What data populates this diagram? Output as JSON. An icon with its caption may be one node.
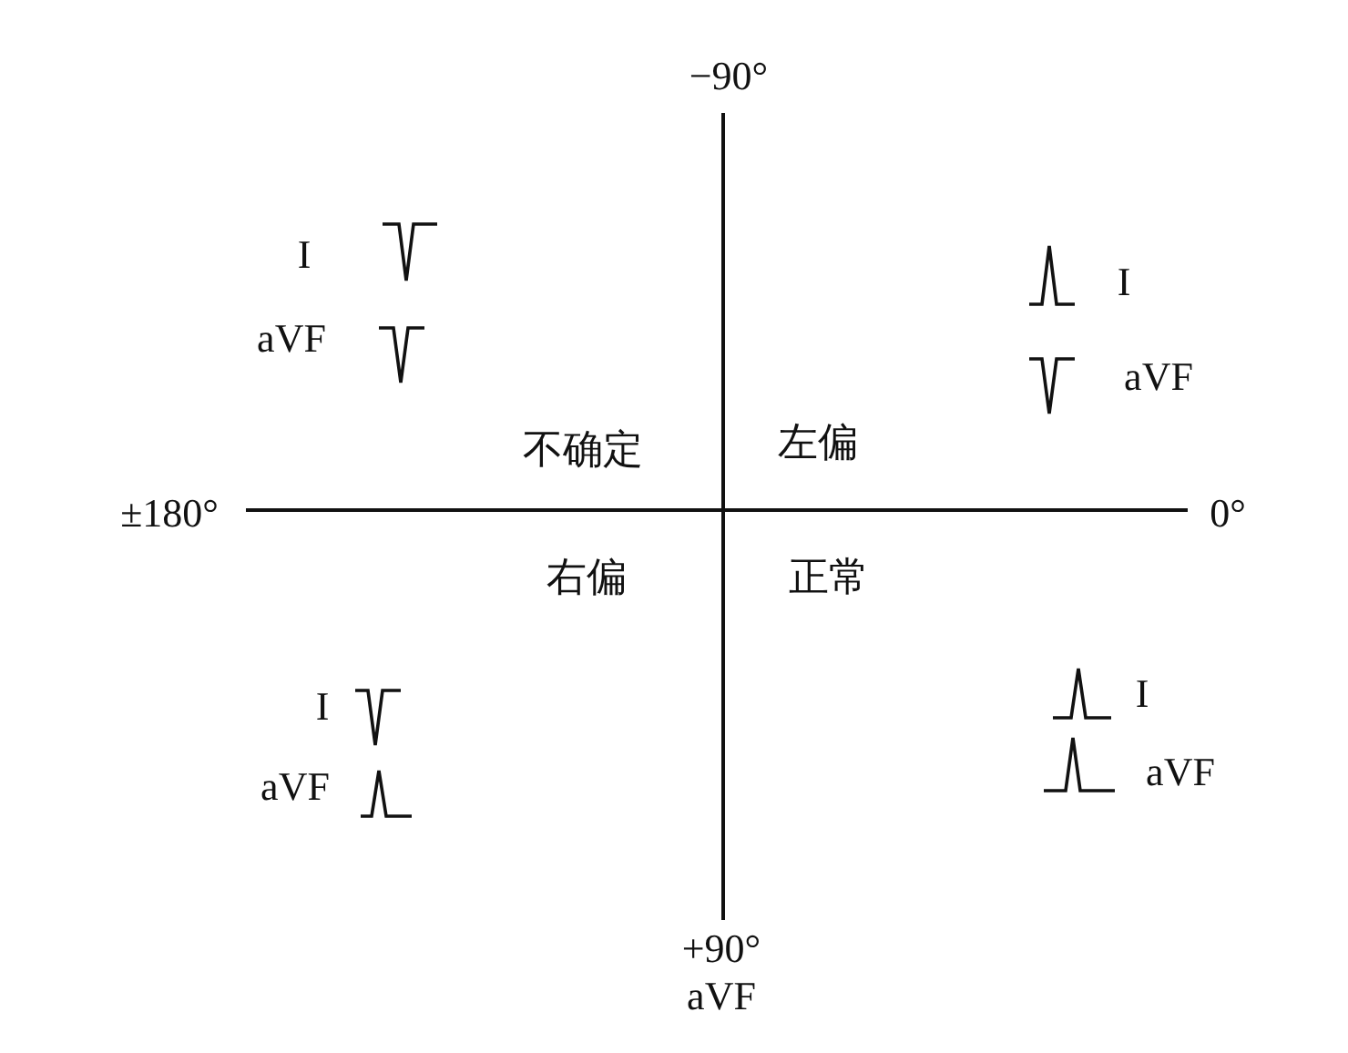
{
  "diagram": {
    "labels": [
      "−90°",
      "I",
      "aVF",
      "I",
      "aVF",
      "不确定",
      "左偏",
      "±180°",
      "0°",
      "右偏",
      "正常",
      "I",
      "aVF",
      "I",
      "aVF",
      "+90°",
      "aVF"
    ]
  }
}
